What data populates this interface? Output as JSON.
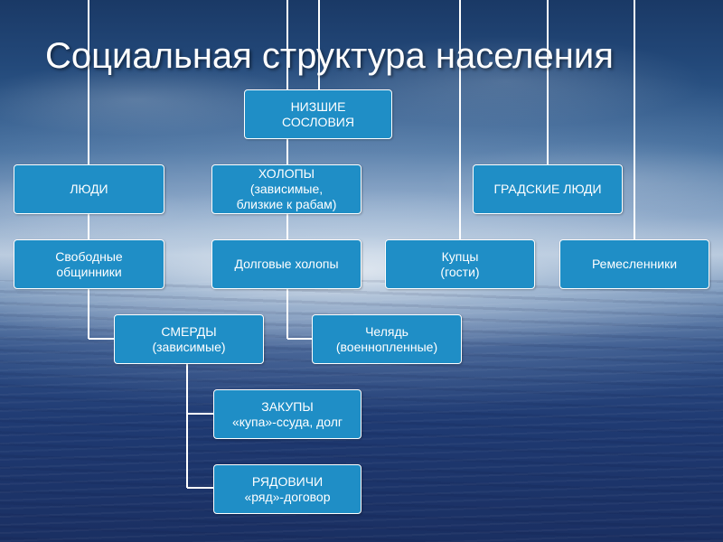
{
  "title": "Социальная структура населения",
  "nodes": {
    "lower_estates": "НИЗШИЕ\nСОСЛОВИЯ",
    "people": "ЛЮДИ",
    "kholopy": "ХОЛОПЫ\n(зависимые,\nблизкие к рабам)",
    "town_people": "ГРАДСКИЕ ЛЮДИ",
    "free_commoners": "Свободные\nобщинники",
    "debt_kholopy": "Долговые холопы",
    "merchants": "Купцы\n(гости)",
    "artisans": "Ремесленники",
    "smerdy": "СМЕРДЫ\n(зависимые)",
    "chelyad": "Челядь\n(военнопленные)",
    "zakupy": "ЗАКУПЫ\n«купа»-ссуда, долг",
    "ryadovichi": "РЯДОВИЧИ\n«ряд»-договор"
  },
  "colors": {
    "box_fill": "#1f8ec6",
    "box_border": "#ffffff",
    "connector": "#ffffff",
    "title_text": "#ffffff"
  }
}
